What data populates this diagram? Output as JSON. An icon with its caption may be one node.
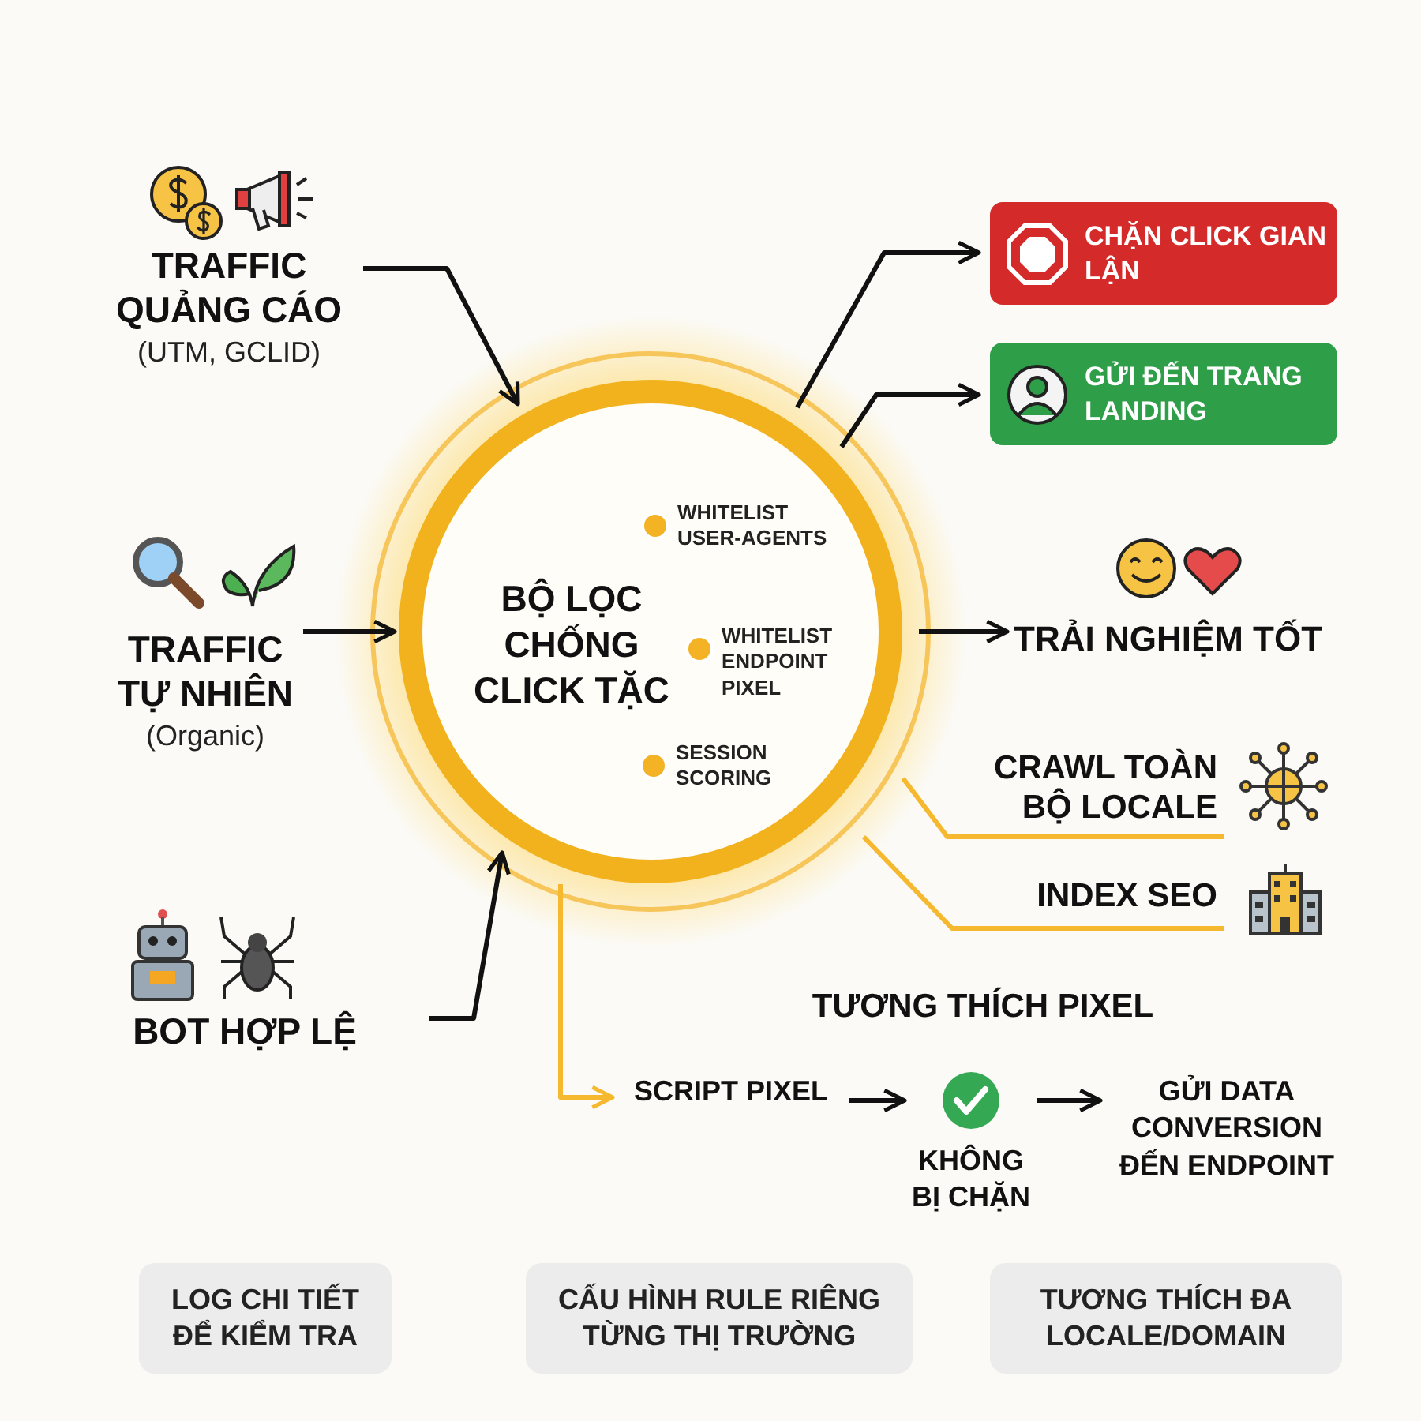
{
  "diagram": {
    "nodes": [
      {
        "text": [
          "TRAFFIC QUẢNG CÁO",
          "(UTM, GCLID)"
        ]
      },
      {
        "text": [
          "TRAFFIC TỰ NHIÊN",
          "(Organic)"
        ]
      },
      {
        "text": [
          "BOT HỢP LỆ"
        ]
      },
      {
        "text": [
          "BỘ LỌC CHỐNG CLICK TẶC",
          "WHITELIST USER-AGENTS",
          "WHITELIST ENDPOINT PIXEL",
          "SESSION SCORING"
        ]
      },
      {
        "text": [
          "CHẶN CLICK GIAN LẬN"
        ]
      },
      {
        "text": [
          "GỬI ĐẾN TRANG LANDING"
        ]
      },
      {
        "text": [
          "TRẢI NGHIỆM TỐT"
        ]
      },
      {
        "text": [
          "CRAWL TOÀN BỘ LOCALE"
        ]
      },
      {
        "text": [
          "INDEX SEO"
        ]
      },
      {
        "text": [
          "SCRIPT PIXEL"
        ]
      },
      {
        "text": [
          "KHÔNG BỊ CHẶN"
        ]
      },
      {
        "text": [
          "GỬI DATA CONVERSION ĐẾN ENDPOINT"
        ]
      },
      {
        "text": [
          "LOG CHI TIẾT ĐỂ KIỂM TRA"
        ]
      },
      {
        "text": [
          "CẤU HÌNH RULE RIÊNG TỪNG THỊ TRƯỜNG"
        ]
      },
      {
        "text": [
          "TƯƠNG THÍCH ĐA LOCALE/DOMAIN"
        ]
      }
    ],
    "edges": [
      {
        "from": 0,
        "to": 3,
        "arrow": "to"
      },
      {
        "from": 1,
        "to": 3,
        "arrow": "to"
      },
      {
        "from": 2,
        "to": 3,
        "arrow": "to"
      },
      {
        "from": 3,
        "to": 4,
        "arrow": "to"
      },
      {
        "from": 3,
        "to": 5,
        "arrow": "to"
      },
      {
        "from": 3,
        "to": 6,
        "arrow": "to"
      },
      {
        "from": 3,
        "to": 7,
        "arrow": "none",
        "color": "#f5b82e"
      },
      {
        "from": 3,
        "to": 8,
        "arrow": "none",
        "color": "#f5b82e"
      },
      {
        "from": 3,
        "to": 9,
        "arrow": "to",
        "color": "#f5b82e"
      },
      {
        "from": 9,
        "to": 10,
        "arrow": "to"
      },
      {
        "from": 10,
        "to": 11,
        "arrow": "to"
      }
    ],
    "labels": [
      "TƯƠNG THÍCH PIXEL"
    ]
  }
}
